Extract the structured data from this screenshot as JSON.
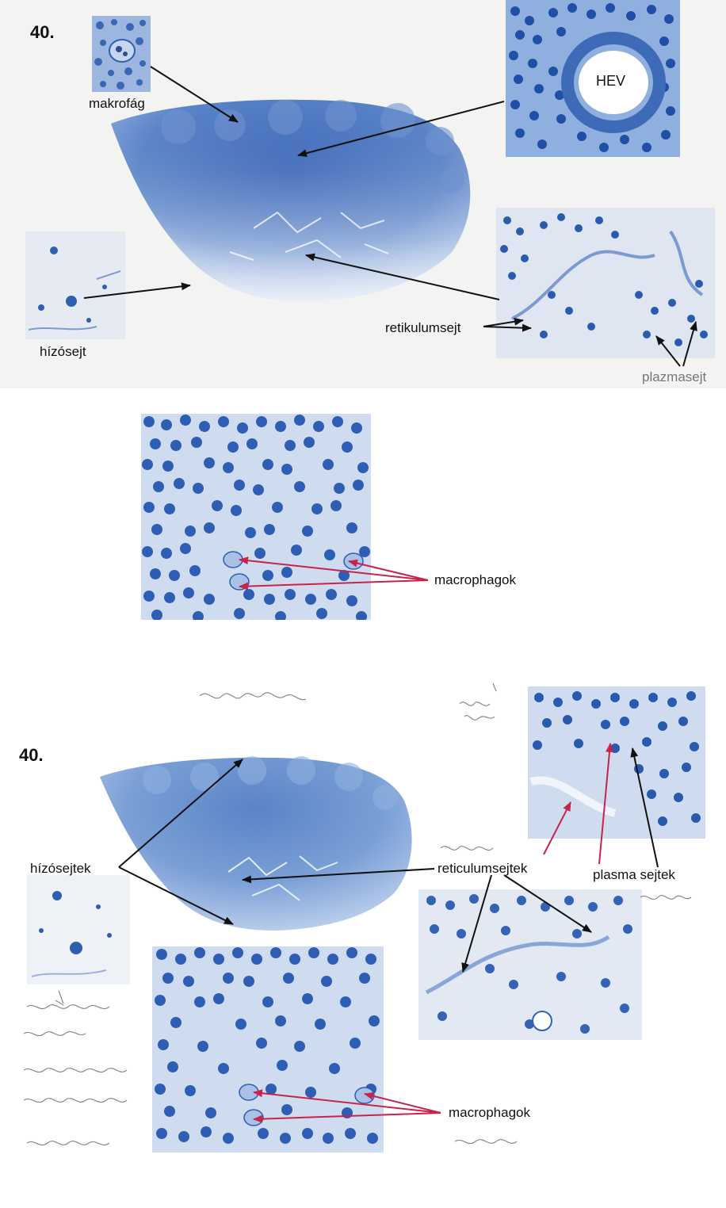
{
  "upper_figure": {
    "number": "40.",
    "labels": {
      "makrofag": "makrofág",
      "hev": "HEV",
      "hizosejt": "hízósejt",
      "retikulumsejt": "retikulumsejt",
      "plazmasejt": "plazmasejt"
    }
  },
  "middle_figure": {
    "macrophage_label": "macrophagok"
  },
  "lower_figure": {
    "number": "40.",
    "labels": {
      "hizosejtek": "hízósejtek",
      "reticulumsejtek": "reticulumsejtek",
      "plasma_sejtek": "plasma sejtek",
      "macrophagok": "macrophagok"
    }
  },
  "colors": {
    "stain_dark": "#2f5fb0",
    "stain_mid": "#5b86c8",
    "stain_light": "#a9c1e6",
    "arrow_black": "#111111",
    "arrow_red": "#c8234a"
  }
}
